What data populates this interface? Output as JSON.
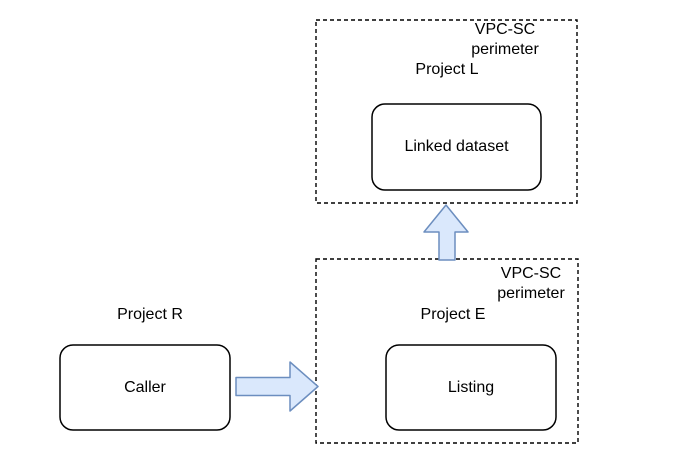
{
  "top_perimeter": {
    "label_line1": "VPC-SC",
    "label_line2": "perimeter",
    "project": "Project L",
    "node": "Linked dataset"
  },
  "bottom_perimeter": {
    "label_line1": "VPC-SC",
    "label_line2": "perimeter",
    "project": "Project E",
    "node": "Listing"
  },
  "external": {
    "project": "Project R",
    "node": "Caller"
  },
  "arrows": [
    {
      "name": "caller-to-listing",
      "direction": "right"
    },
    {
      "name": "listing-to-linked-dataset",
      "direction": "up"
    }
  ],
  "colors": {
    "background": "#ffffff",
    "shape_stroke": "#000000",
    "node_fill": "#ffffff",
    "arrow_fill": "#dae8fc",
    "arrow_stroke": "#6c8ebf",
    "text": "#000000"
  }
}
